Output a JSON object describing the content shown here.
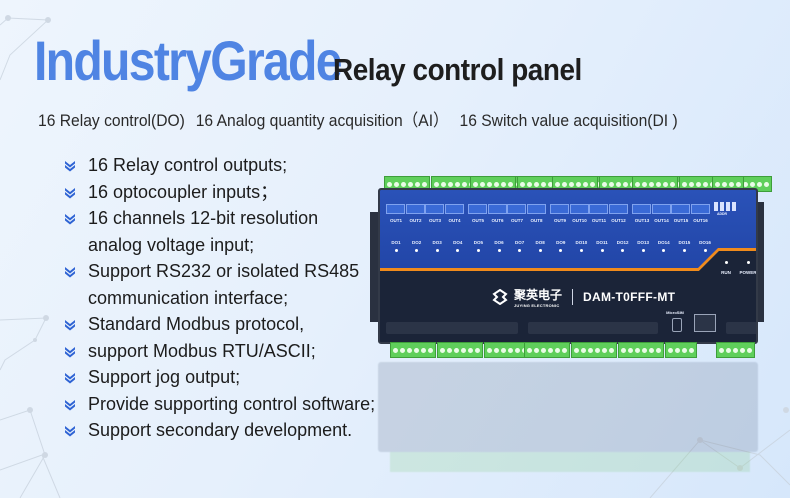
{
  "header": {
    "title_highlight": "IndustryGrade",
    "title_rest": "Relay control panel",
    "subtitle": [
      "16 Relay control(DO)",
      "16 Analog quantity acquisition（AI）",
      "16 Switch value acquisition(DI )"
    ]
  },
  "features": [
    {
      "icon": "double-chevron-down-icon",
      "lines": [
        "16 Relay control outputs;"
      ]
    },
    {
      "icon": "double-chevron-down-icon",
      "lines": [
        "16 optocoupler inputs；"
      ]
    },
    {
      "icon": "double-chevron-down-icon",
      "lines": [
        "16 channels 12-bit resolution",
        "analog voltage input;"
      ]
    },
    {
      "icon": "double-chevron-down-icon",
      "lines": [
        "Support RS232 or isolated RS485",
        "communication interface;"
      ]
    },
    {
      "icon": "double-chevron-down-icon",
      "lines": [
        "Standard Modbus protocol,"
      ]
    },
    {
      "icon": "double-chevron-down-icon",
      "lines": [
        "support Modbus RTU/ASCII;"
      ]
    },
    {
      "icon": "double-chevron-down-icon",
      "lines": [
        "Support jog output;"
      ]
    },
    {
      "icon": "double-chevron-down-icon",
      "lines": [
        "Provide supporting control software;"
      ]
    },
    {
      "icon": "double-chevron-down-icon",
      "lines": [
        "Support secondary development."
      ]
    }
  ],
  "device": {
    "brand_cn": "聚英电子",
    "brand_en": "JUYING ELECTRONIC",
    "model": "DAM-T0FFF-MT",
    "outputs": [
      "OUT1",
      "OUT2",
      "OUT3",
      "OUT4",
      "OUT5",
      "OUT6",
      "OUT7",
      "OUT8",
      "OUT9",
      "OUT10",
      "OUT11",
      "OUT12",
      "OUT13",
      "OUT14",
      "OUT15",
      "OUT16"
    ],
    "do_leds": [
      "DO1",
      "DO2",
      "DO3",
      "DO4",
      "DO5",
      "DO6",
      "DO7",
      "DO8",
      "DO9",
      "DO10",
      "DO11",
      "DO12",
      "DO13",
      "DO14",
      "DO15",
      "DO16"
    ],
    "status_leds": [
      "RUN",
      "POWER"
    ],
    "microsim_label": "MicroSIM"
  },
  "colors": {
    "accent_blue": "#4f84e3",
    "panel_blue": "#2448aa",
    "stripe_orange": "#f08b1c",
    "terminal_green": "#5fcf5b"
  }
}
